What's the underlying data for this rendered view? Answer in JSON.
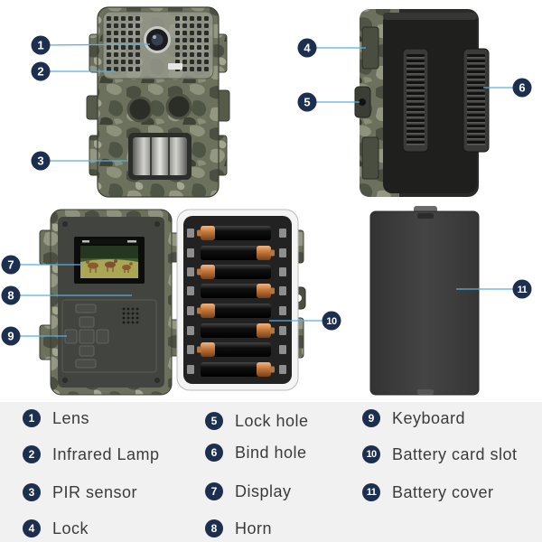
{
  "legend": [
    {
      "num": "1",
      "label": "Lens"
    },
    {
      "num": "2",
      "label": "Infrared Lamp"
    },
    {
      "num": "3",
      "label": "PIR sensor"
    },
    {
      "num": "4",
      "label": "Lock"
    },
    {
      "num": "5",
      "label": "Lock hole"
    },
    {
      "num": "6",
      "label": "Bind hole"
    },
    {
      "num": "7",
      "label": "Display"
    },
    {
      "num": "8",
      "label": "Horn"
    },
    {
      "num": "9",
      "label": "Keyboard"
    },
    {
      "num": "10",
      "label": "Battery card slot"
    },
    {
      "num": "11",
      "label": "Battery cover"
    }
  ],
  "colors": {
    "callout_circle": "#1c2f4f",
    "callout_line": "#5aaee0",
    "legend_background": "#f1f1f1",
    "legend_text": "#3b3b3b"
  }
}
